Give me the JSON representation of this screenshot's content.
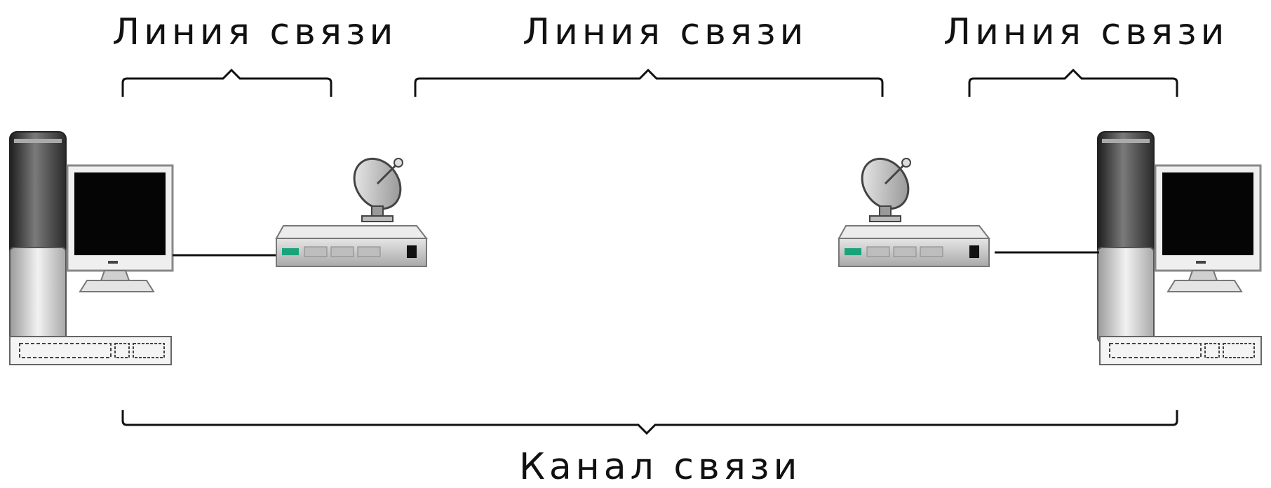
{
  "labels": {
    "line_left": "Линия связи",
    "line_middle": "Линия связи",
    "line_right": "Линия связи",
    "channel": "Канал связи"
  },
  "colors": {
    "stroke": "#111111",
    "screen": "#050505",
    "case_dark": "#3a3a3a",
    "case_light": "#d8d8d8",
    "modem_body": "#c9c9c9",
    "modem_led": "#1aa37a"
  },
  "icons": [
    "computer-icon",
    "satellite-dish-icon",
    "modem-icon",
    "keyboard-icon"
  ]
}
